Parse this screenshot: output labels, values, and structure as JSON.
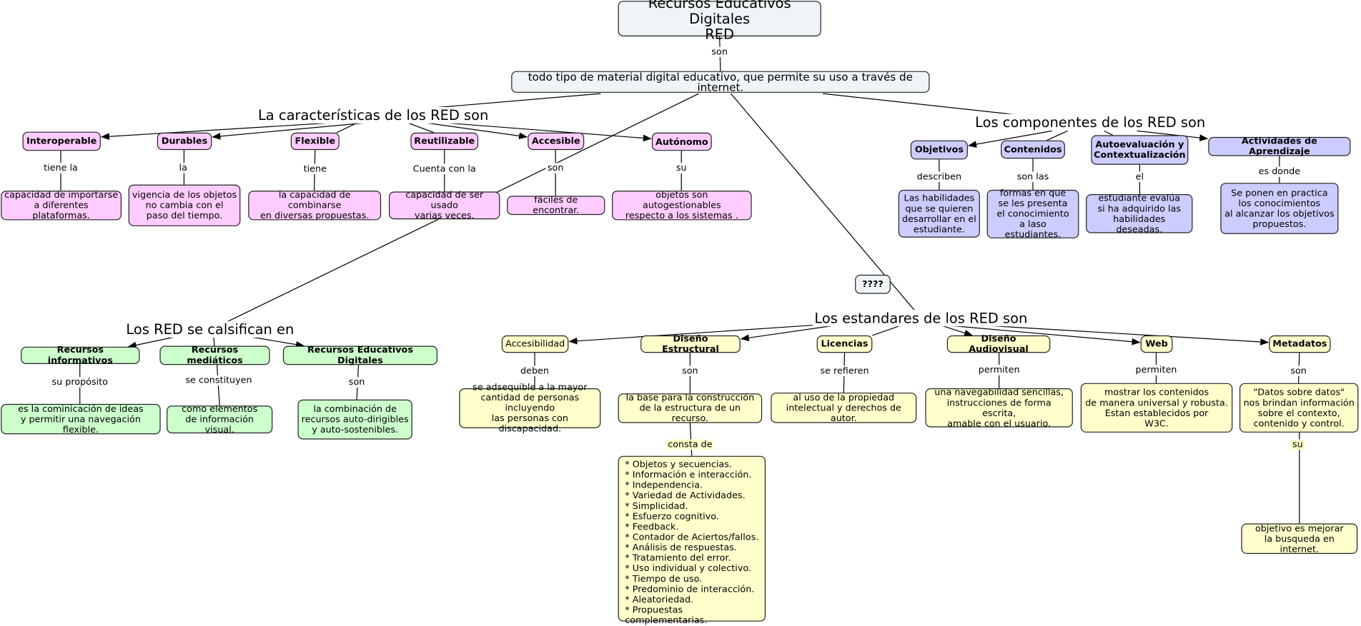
{
  "root": {
    "title": "Recursos Educativos Digitales\nRED",
    "link": "son",
    "definition": "todo tipo de material digital educativo, que permite su uso a través de internet."
  },
  "characteristics": {
    "heading": "La características de los RED son",
    "items": [
      {
        "name": "Interoperable",
        "link": "tiene la",
        "desc": "capacidad de importarse\na diferentes plataformas."
      },
      {
        "name": "Durables",
        "link": "la",
        "desc": "vigencia de los objetos\nno cambia con el\npaso del tiempo."
      },
      {
        "name": "Flexible",
        "link": "tiene",
        "desc": "la capacidad de combinarse\nen diversas propuestas."
      },
      {
        "name": "Reutilizable",
        "link": "Cuenta con la",
        "desc": "capacidad de ser usado\nvarias veces."
      },
      {
        "name": "Accesible",
        "link": "son",
        "desc": "fáciles de encontrar."
      },
      {
        "name": "Autónomo",
        "link": "su",
        "desc": "objetos son autogestionables\nrespecto a los sistemas ."
      }
    ]
  },
  "components": {
    "heading": "Los componentes de los RED son",
    "items": [
      {
        "name": "Objetivos",
        "link": "describen",
        "desc": "Las habilidades\nque se quieren\ndesarrollar en el\nestudiante."
      },
      {
        "name": "Contenidos",
        "link": "son las",
        "desc": "formas en que\nse les presenta\nel conocimiento\na laso estudiantes."
      },
      {
        "name": "Autoevaluación y\nContextualización",
        "link": "el",
        "desc": "estudiante evalúa\nsi ha adquirido las\nhabilidades deseadas."
      },
      {
        "name": "Actividades de Aprendizaje",
        "link": "es donde",
        "desc": "Se ponen en practica\nlos conocimientos\nal alcanzar los objetivos\npropuestos."
      }
    ]
  },
  "classification": {
    "heading": "Los RED se calsifican en",
    "items": [
      {
        "name": "Recursos informativos",
        "link": "su propósito",
        "desc": "es la cominicación de ideas\ny permitir una navegación flexible."
      },
      {
        "name": "Recursos mediáticos",
        "link": "se constituyen",
        "desc": "como elementos\nde información visual."
      },
      {
        "name": "Recursos Educativos Digitales",
        "link": "son",
        "desc": "la combinación de\nrecursos auto-dirigibles\ny auto-sostenibles."
      }
    ]
  },
  "unknown_node": "????",
  "standards": {
    "heading": "Los estandares de los RED son",
    "items": [
      {
        "name": "Accesibilidad",
        "link": "deben",
        "desc": "se adsequible a la mayor\ncantidad de personas incluyendo\nlas personas con discapacidad."
      },
      {
        "name": "Diseño Estructural",
        "link": "son",
        "desc": "la base para la construcción\nde la estructura de un recurso.",
        "link2": "consta de",
        "list": "* Objetos y secuencias.\n* Información e interacción.\n* Independencia.\n* Variedad de Actividades.\n* Simplicidad.\n* Esfuerzo cognitivo.\n* Feedback.\n* Contador de Aciertos/fallos.\n* Análisis de respuestas.\n* Tratamiento del error.\n* Uso individual y colectivo.\n* Tiempo de uso.\n* Predominio de interacción.\n* Aleatoriedad.\n* Propuestas complementarias."
      },
      {
        "name": "Licencias",
        "link": "se refieren",
        "desc": "al uso de la propiedad\nintelectual y derechos de autor."
      },
      {
        "name": "Diseño Audiovisual",
        "link": "permiten",
        "desc": "una navegabilidad sencillas,\ninstrucciones de forma escrita,\namable con el usuario."
      },
      {
        "name": "Web",
        "link": "permiten",
        "desc": "mostrar los contenidos\nde manera universal y robusta.\nEstan establecidos por\nW3C."
      },
      {
        "name": "Metadatos",
        "link": "son",
        "desc": "\"Datos sobre datos\"\nnos brindan información\nsobre el contexto,\ncontenido y control.",
        "link2": "su",
        "desc2": "objetivo es mejorar\nla busqueda en internet."
      }
    ]
  },
  "colors": {
    "root": "#eef4f7",
    "characteristics": "#ffccff",
    "components": "#ccccff",
    "classification": "#ccffcc",
    "standards": "#ffffcc"
  }
}
